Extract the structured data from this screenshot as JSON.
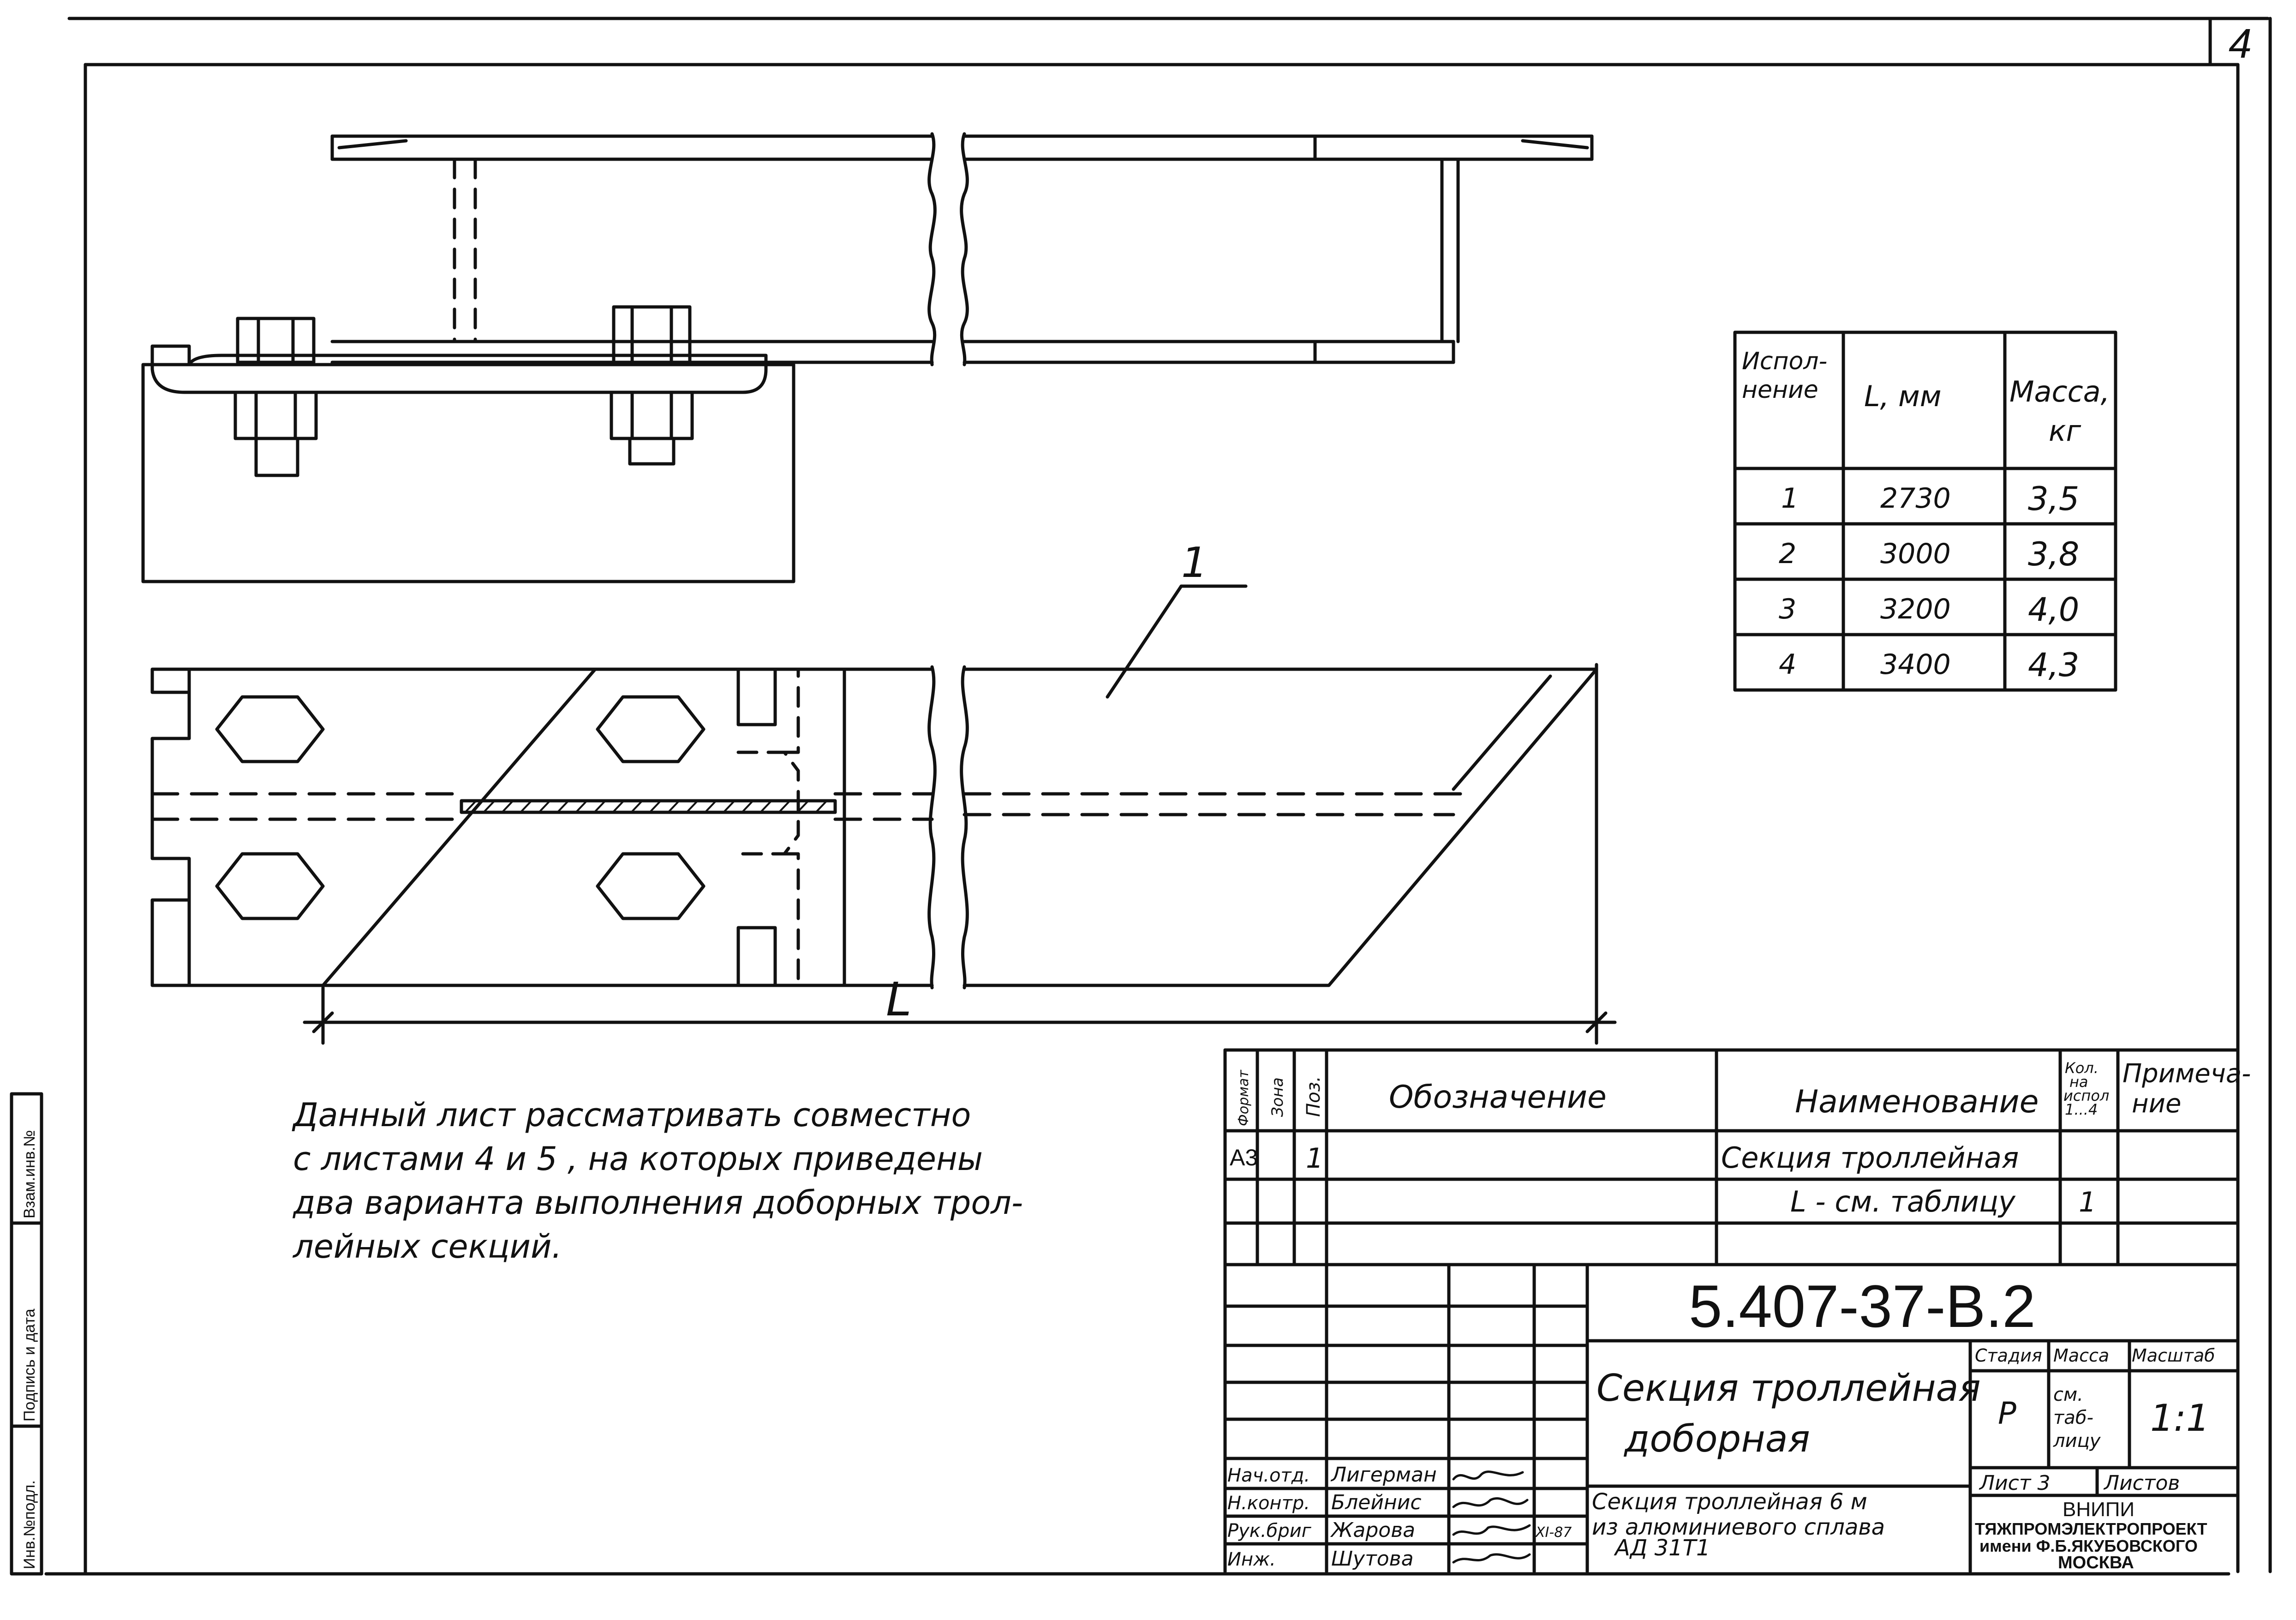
{
  "sheet_number": "4",
  "position_callout": "1",
  "dimension_label": "L",
  "variant_table": {
    "headers": [
      "Испол-\nнение",
      "L, мм",
      "Масса,\nкг"
    ],
    "rows": [
      [
        "1",
        "2730",
        "3,5"
      ],
      [
        "2",
        "3000",
        "3,8"
      ],
      [
        "3",
        "3200",
        "4,0"
      ],
      [
        "4",
        "3400",
        "4,3"
      ]
    ]
  },
  "note": {
    "lines": [
      "Данный лист рассматривать совместно",
      "с листами 4 и 5 , на которых приведены",
      "два варианта выполнения доборных трол-",
      "лейных секций."
    ]
  },
  "spec_table": {
    "headers": {
      "format": "Формат",
      "zone": "Зона",
      "pos": "Поз.",
      "designation": "Обозначение",
      "name": "Наименование",
      "qty": "Кол. на испол 1...4",
      "note": "Примеча-\nние"
    },
    "rows": [
      {
        "format": "А3",
        "zone": "",
        "pos": "1",
        "designation": "",
        "name": "Секция троллейная",
        "qty": "",
        "note": ""
      },
      {
        "format": "",
        "zone": "",
        "pos": "",
        "designation": "",
        "name": "L - см. таблицу",
        "qty": "1",
        "note": ""
      }
    ]
  },
  "title_block": {
    "document_code": "5.407-37-В.2",
    "title_line1": "Секция троллейная",
    "title_line2": "доборная",
    "stage_label": "Стадия",
    "mass_label": "Масса",
    "scale_label": "Масштаб",
    "stage_value": "Р",
    "mass_value": "см. таб- лицу",
    "scale_value": "1:1",
    "sheet_label": "Лист 3",
    "sheets_label": "Листов",
    "material": "Секция троллейная 6 м из алюминиевого сплава АД 31Т1",
    "org_line1": "ВНИПИ",
    "org_line2": "ТЯЖПРОМЭЛЕКТРОПРОЕКТ",
    "org_line3": "имени Ф.Б.ЯКУБОВСКОГО",
    "org_line4": "МОСКВА",
    "signatures": [
      {
        "role": "Нач.отд.",
        "name": "Лигерман",
        "date": ""
      },
      {
        "role": "Н.контр.",
        "name": "Блейнис",
        "date": ""
      },
      {
        "role": "Рук.бриг",
        "name": "Жарова",
        "date": "XI-87"
      },
      {
        "role": "Инж.",
        "name": "Шутова",
        "date": ""
      }
    ]
  },
  "side_stamp": {
    "cells": [
      "Инв.№подл.",
      "Подпись и дата",
      "Взам.инв.№"
    ]
  }
}
